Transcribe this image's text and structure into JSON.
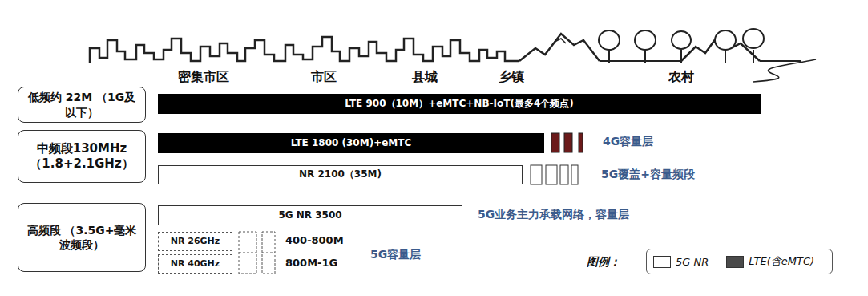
{
  "diagram": {
    "nodes": [
      {
        "text": [
          "低频约 22M （1G及以下）"
        ]
      },
      {
        "text": [
          "LTE 900（10M）+eMTC+NB-IoT(最多4个频点)"
        ]
      },
      {
        "text": [
          "中频段130MHz （1.8+2.1GHz）"
        ]
      },
      {
        "text": [
          "LTE 1800 (30M)+eMTC"
        ]
      },
      {
        "text": [
          "NR 2100（35M)"
        ]
      },
      {
        "text": [
          "高频段 （3.5G+毫米波频段）"
        ]
      },
      {
        "text": [
          "5G NR 3500"
        ]
      },
      {
        "text": [
          "NR 26GHz"
        ]
      },
      {
        "text": [
          "NR 40GHz"
        ]
      }
    ],
    "labels": [
      "密集市区",
      "市区",
      "县城",
      "乡镇",
      "农村",
      "4G容量层",
      "5G覆盖+容量频段",
      "5G业务主力承载网络，容量层",
      "400-800M",
      "800M-1G",
      "5G容量层",
      "图例："
    ],
    "legend": [
      {
        "text": "5G NR",
        "color": "#ffffff"
      },
      {
        "text": "LTE(含eMTC)",
        "color": "#4a4a4a"
      }
    ]
  }
}
